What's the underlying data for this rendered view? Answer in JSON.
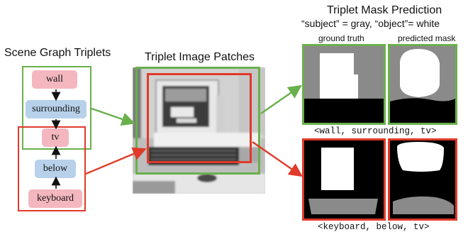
{
  "scene_graph": {
    "title": "Scene Graph Triplets",
    "nodes": [
      "wall",
      "surrounding",
      "tv",
      "below",
      "keyboard"
    ]
  },
  "patches": {
    "title": "Triplet Image Patches"
  },
  "mask_prediction": {
    "title": "Triplet Mask Prediction",
    "subtitle": "“subject” = gray, “object”= white",
    "col_ground_truth": "ground truth",
    "col_predicted": "predicted mask",
    "triplet_1": "<wall, surrounding, tv>",
    "triplet_2": "<keyboard, below, tv>"
  },
  "colors": {
    "green": "#6ab04c",
    "red": "#e03a2a",
    "pink": "#f4b7bf",
    "blue": "#b8d1ea",
    "mask_gray": "#8a8a8a"
  }
}
